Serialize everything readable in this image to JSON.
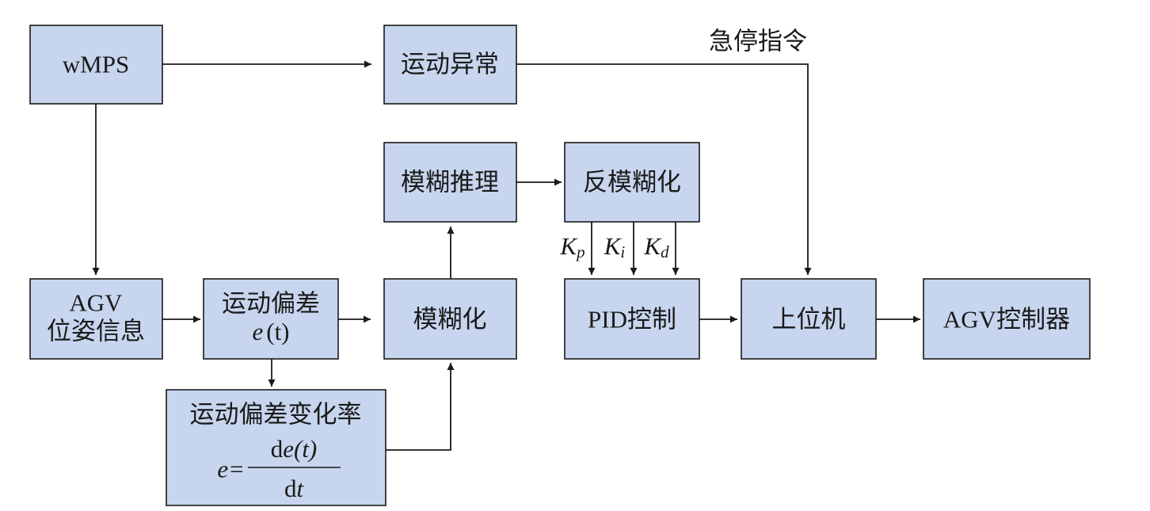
{
  "nodes": {
    "wmps": "wMPS",
    "anomaly": "运动异常",
    "fuzzy_reasoning": "模糊推理",
    "defuzzify": "反模糊化",
    "agv_pose_line1": "AGV",
    "agv_pose_line2": "位姿信息",
    "deviation_line1": "运动偏差",
    "deviation_expr_e": "e",
    "deviation_expr_t": "(t)",
    "fuzzify": "模糊化",
    "pid": "PID控制",
    "host": "上位机",
    "agv_controller": "AGV控制器",
    "rate_line1": "运动偏差变化率",
    "rate_lhs": "e=",
    "rate_num_d": "d",
    "rate_num_e": "e",
    "rate_num_t": "(t)",
    "rate_den_d": "d",
    "rate_den_t": "t"
  },
  "edge_labels": {
    "estop": "急停指令",
    "kp_main": "K",
    "kp_sub": "p",
    "ki_main": "K",
    "ki_sub": "i",
    "kd_main": "K",
    "kd_sub": "d"
  }
}
